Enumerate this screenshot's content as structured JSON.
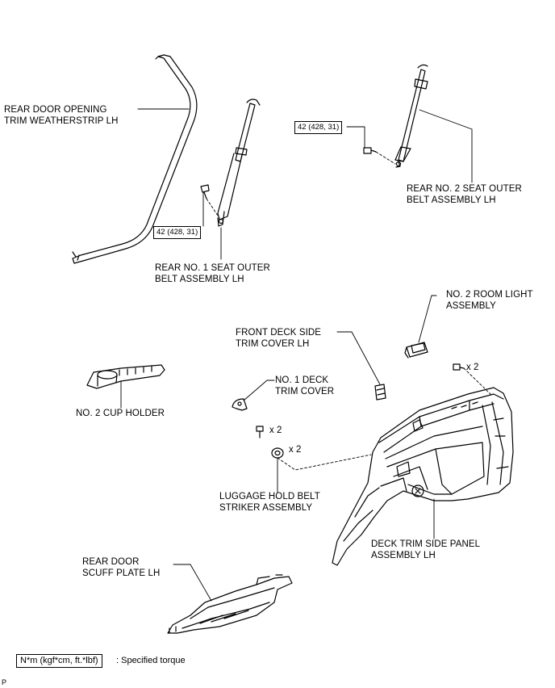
{
  "labels": {
    "weatherstrip": [
      "REAR DOOR OPENING",
      "TRIM WEATHERSTRIP LH"
    ],
    "belt1": [
      "REAR NO. 1 SEAT OUTER",
      "BELT ASSEMBLY LH"
    ],
    "belt2": [
      "REAR NO. 2 SEAT OUTER",
      "BELT ASSEMBLY LH"
    ],
    "room_light": [
      "NO. 2 ROOM LIGHT",
      "ASSEMBLY"
    ],
    "front_deck_cover": [
      "FRONT DECK SIDE",
      "TRIM COVER LH"
    ],
    "cup_holder": [
      "NO. 2 CUP HOLDER"
    ],
    "deck_trim_cover": [
      "NO. 1 DECK",
      "TRIM COVER"
    ],
    "striker": [
      "LUGGAGE HOLD BELT",
      "STRIKER ASSEMBLY"
    ],
    "side_panel": [
      "DECK TRIM SIDE PANEL",
      "ASSEMBLY LH"
    ],
    "scuff_plate": [
      "REAR DOOR",
      "SCUFF PLATE LH"
    ]
  },
  "torque": {
    "belt1": "42 (428, 31)",
    "belt2": "42 (428, 31)"
  },
  "quantities": {
    "room_light_screw": "x 2",
    "clip_bolt": "x 2",
    "striker_nut": "x 2"
  },
  "legend": {
    "units": "N*m (kgf*cm, ft.*lbf)",
    "meaning": ": Specified torque"
  },
  "figure_code": "P"
}
